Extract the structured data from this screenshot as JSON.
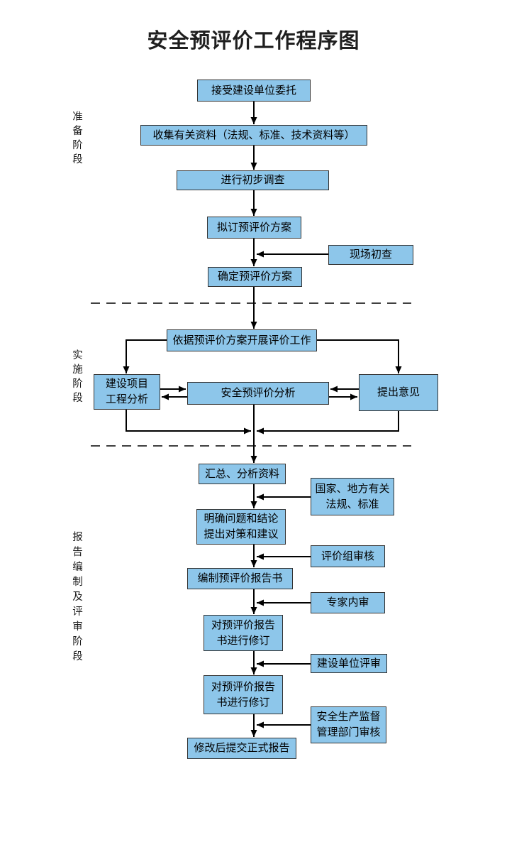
{
  "title": "安全预评价工作程序图",
  "phases": {
    "preparation": {
      "label": "准备阶段"
    },
    "implementation": {
      "label": "实施阶段"
    },
    "reporting": {
      "label": "报告编制及评审阶段"
    }
  },
  "nodes": {
    "accept": {
      "label": "接受建设单位委托"
    },
    "collect": {
      "label": "收集有关资料（法规、标准、技术资料等）"
    },
    "survey": {
      "label": "进行初步调查"
    },
    "draft_plan": {
      "label": "拟订预评价方案"
    },
    "site_check": {
      "label": "现场初查"
    },
    "confirm_plan": {
      "label": "确定预评价方案"
    },
    "carry_out": {
      "label": "依据预评价方案开展评价工作"
    },
    "project_analysis": {
      "label": "建设项目\n工程分析"
    },
    "pre_eval_analysis": {
      "label": "安全预评价分析"
    },
    "opinions": {
      "label": "提出意见"
    },
    "summarize": {
      "label": "汇总、分析资料"
    },
    "regulations": {
      "label": "国家、地方有关\n法规、标准"
    },
    "clarify": {
      "label": "明确问题和结论\n提出对策和建议"
    },
    "team_review": {
      "label": "评价组审核"
    },
    "compile_report": {
      "label": "编制预评价报告书"
    },
    "expert_review": {
      "label": "专家内审"
    },
    "revise_internal": {
      "label": "对预评价报告\n书进行修订"
    },
    "owner_review": {
      "label": "建设单位评审"
    },
    "revise_owner": {
      "label": "对预评价报告\n书进行修订"
    },
    "gov_review": {
      "label": "安全生产监督\n管理部门审核"
    },
    "submit_final": {
      "label": "修改后提交正式报告"
    }
  },
  "colors": {
    "box_fill": "#8DC6EA",
    "box_border": "#333333",
    "line": "#000000",
    "text": "#000000"
  }
}
